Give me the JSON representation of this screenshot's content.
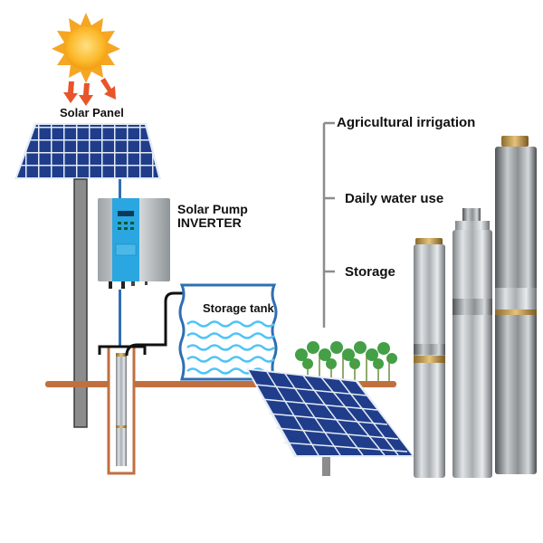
{
  "labels": {
    "solar_panel": "Solar Panel",
    "inverter_line1": "Solar Pump",
    "inverter_line2": "INVERTER",
    "storage_tank": "Storage tank",
    "uses": [
      "Agricultural irrigation",
      "Daily water use",
      "Storage"
    ]
  },
  "colors": {
    "sun_outer": "#f5a623",
    "sun_inner": "#fbc02d",
    "arrow": "#e8552a",
    "panel_blue": "#1f3d8a",
    "panel_grid": "#e6ecf5",
    "inverter_blue": "#2aa6e0",
    "pipe_blue": "#2f6fb3",
    "ground": "#c0703f",
    "water": "#4fc3f7",
    "plant": "#43a047",
    "pole": "#8c8c8c"
  }
}
